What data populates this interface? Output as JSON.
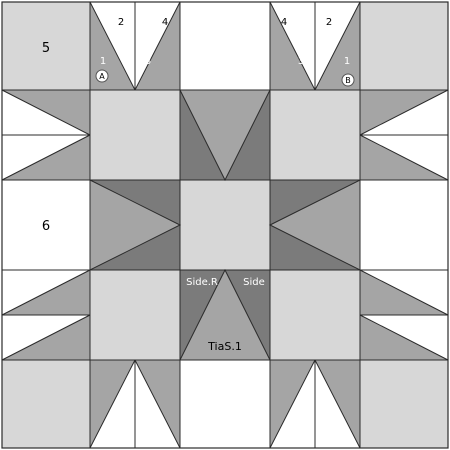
{
  "colors": {
    "background": "#ffffff",
    "light": "#d7d7d7",
    "medium": "#a5a5a5",
    "dark": "#7b7b7b",
    "outline": "#2b2b2b",
    "text_dark": "#000000",
    "text_light": "#ffffff"
  },
  "labels": {
    "block_5": "5",
    "block_6": "6",
    "tl_piece_1": "1",
    "tl_piece_2": "2",
    "tl_piece_3": "3",
    "tl_piece_4": "4",
    "tl_marker": "A",
    "tr_piece_1": "1",
    "tr_piece_2": "2",
    "tr_piece_3": "3",
    "tr_piece_4": "4",
    "tr_marker": "B",
    "side_r": "Side.R",
    "side": "Side",
    "center_template": "TiaS.1"
  }
}
